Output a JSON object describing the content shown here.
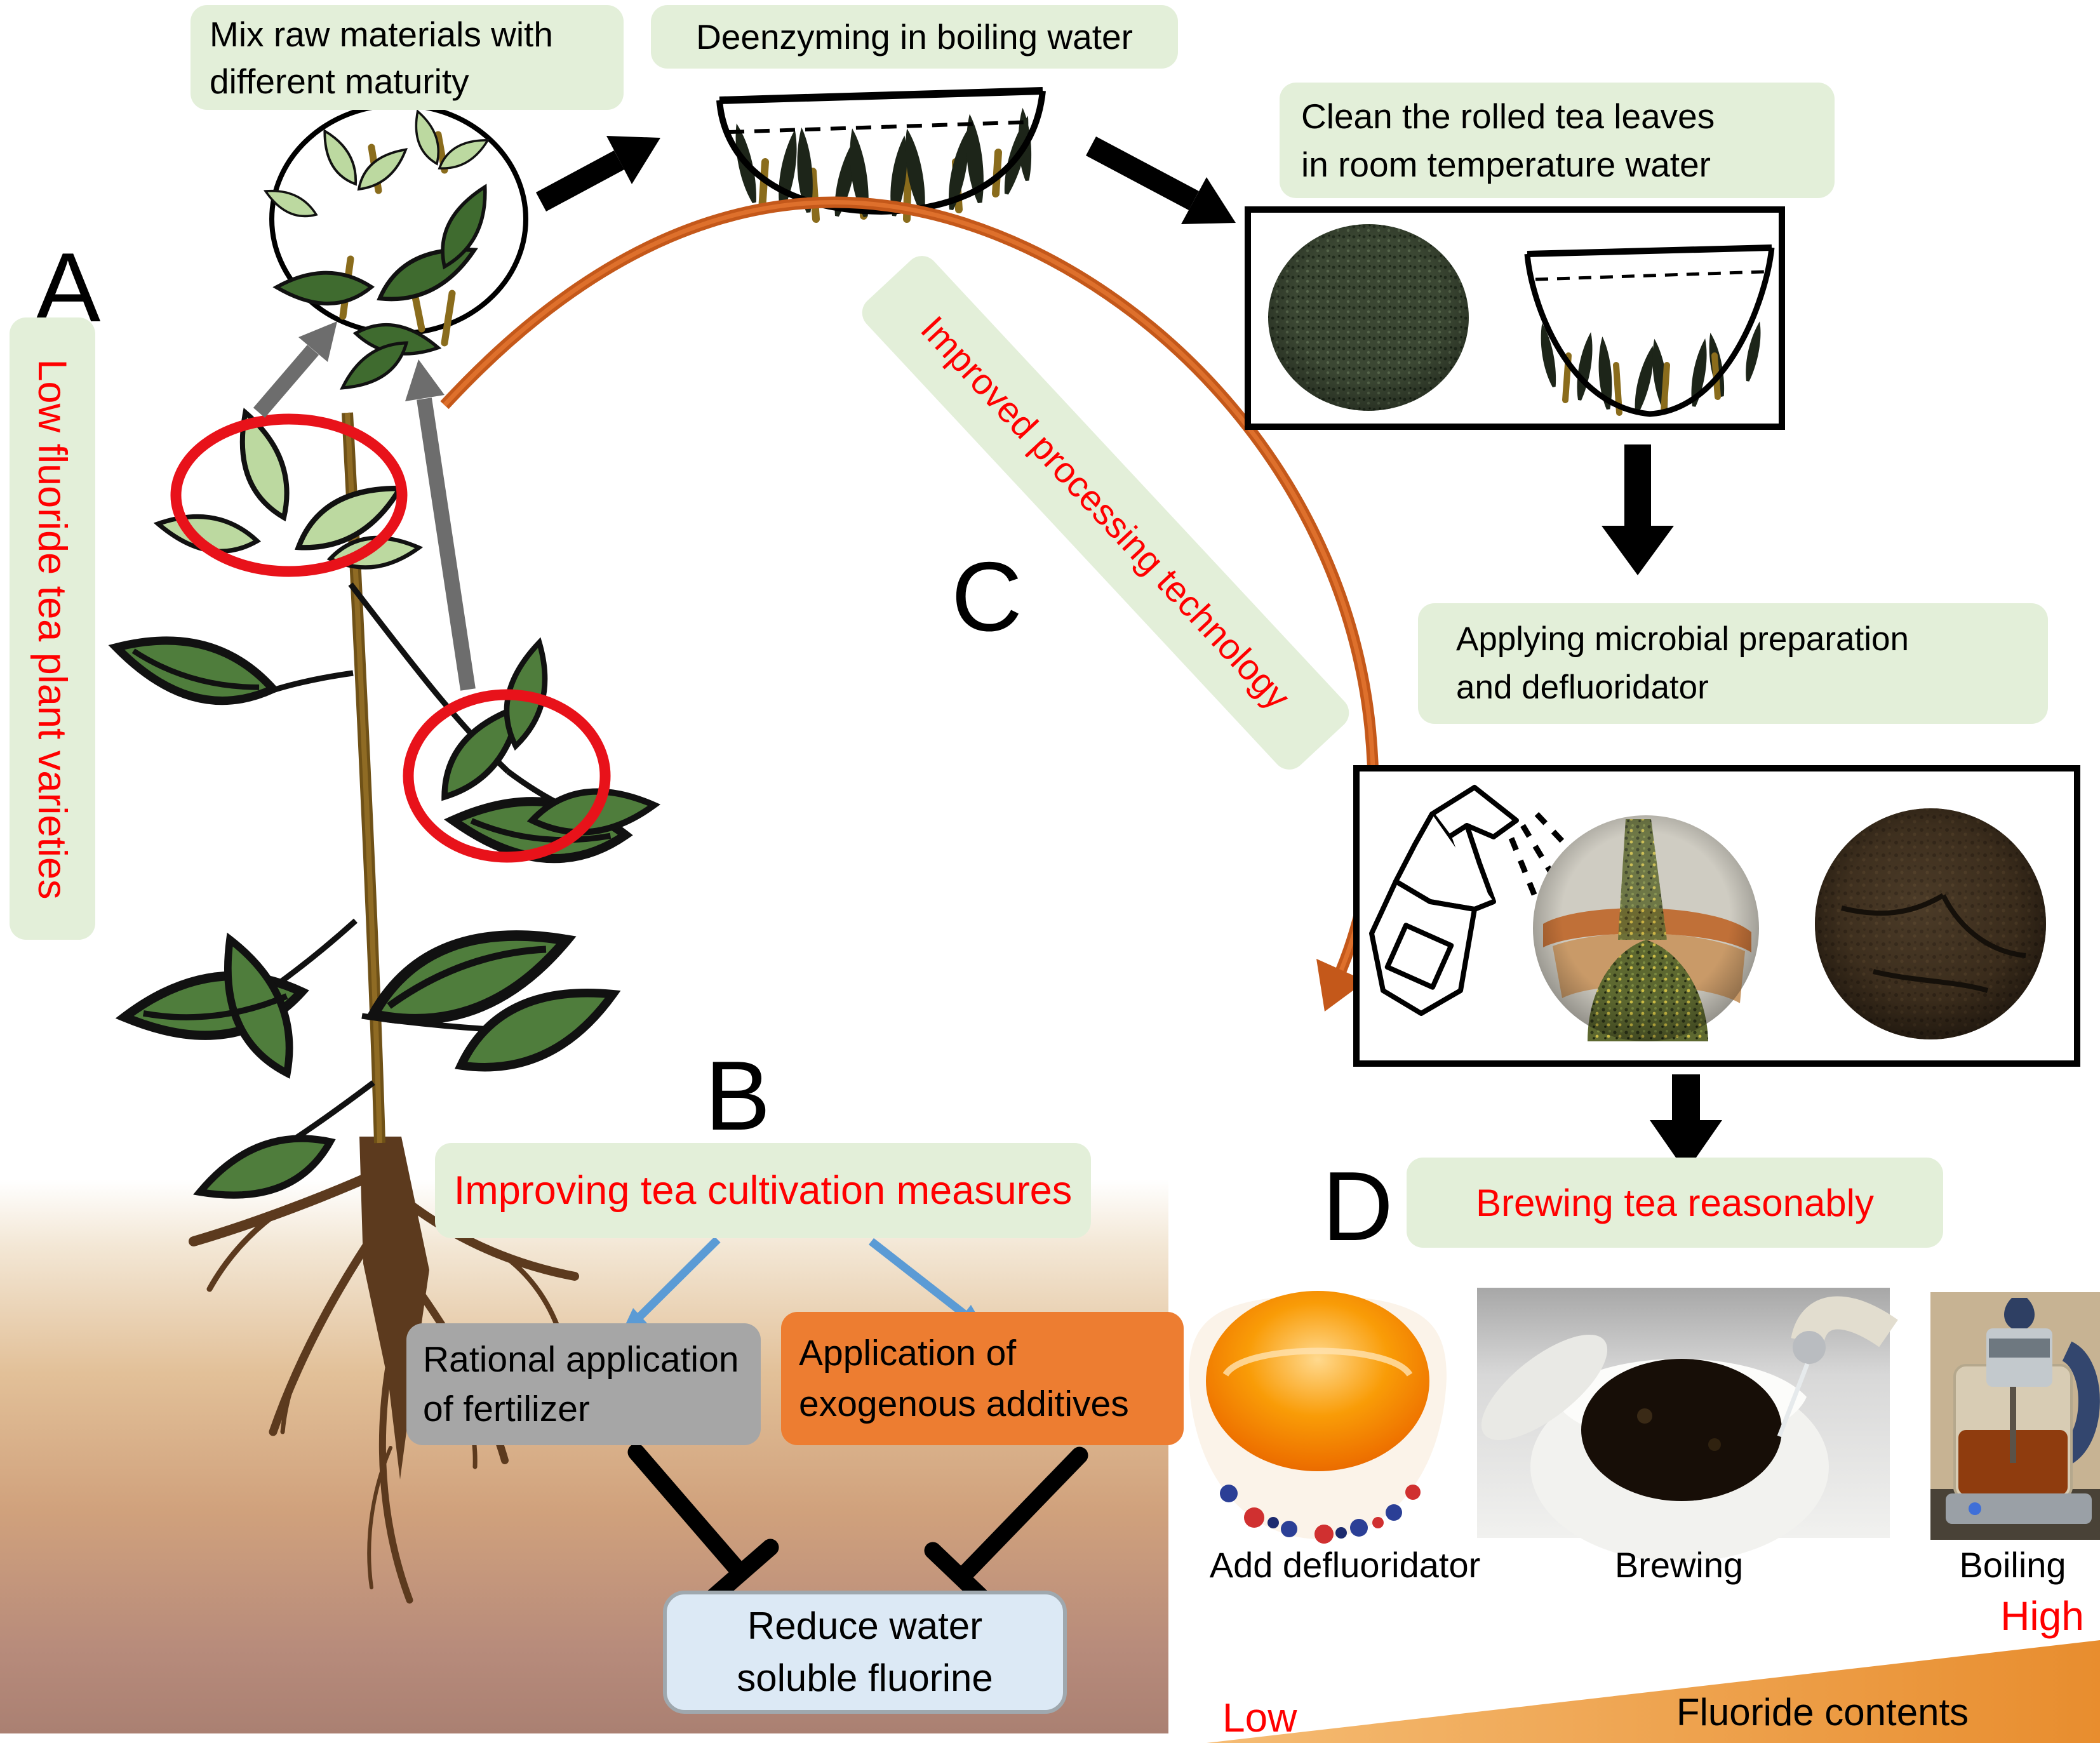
{
  "section_labels": {
    "a": "A",
    "b": "B",
    "c": "C",
    "d": "D"
  },
  "steps": {
    "variety": {
      "text": "Low fluoride tea plant varieties"
    },
    "mix": {
      "line1": "Mix raw materials with",
      "line2": "different maturity"
    },
    "deenzyming": {
      "text": "Deenzyming in boiling water"
    },
    "clean": {
      "line1": "Clean the rolled tea leaves",
      "line2": "in room temperature water"
    },
    "improved": {
      "text": "Improved processing technology"
    },
    "applying": {
      "line1": "Applying microbial preparation",
      "line2": "and defluoridator"
    },
    "cultivation": {
      "text": "Improving tea cultivation measures"
    },
    "fertilizer": {
      "line1": "Rational application",
      "line2": "of fertilizer"
    },
    "additives": {
      "line1": "Application of",
      "line2": "exogenous additives"
    },
    "reduce": {
      "line1": "Reduce water",
      "line2": "soluble fluorine"
    },
    "brewing_reasonably": {
      "text": "Brewing tea reasonably"
    }
  },
  "captions": {
    "add_defluoridator": "Add defluoridator",
    "brewing": "Brewing",
    "boiling": "Boiling"
  },
  "fluoride_scale": {
    "low": "Low",
    "high": "High",
    "label": "Fluoride contents"
  },
  "colors": {
    "caption_box_green": "#e3efd9",
    "accent_red": "#ff0000",
    "fertilizer_box_gray": "#a6a6a6",
    "additives_box_orange": "#ed7d31",
    "reduce_box_blue": "#dce9f5",
    "arrow_blue": "#5b9bd5",
    "arrow_gray": "#6d6d6d",
    "arc_orange": "#c4581a",
    "triangle_orange": "#eda04c"
  }
}
